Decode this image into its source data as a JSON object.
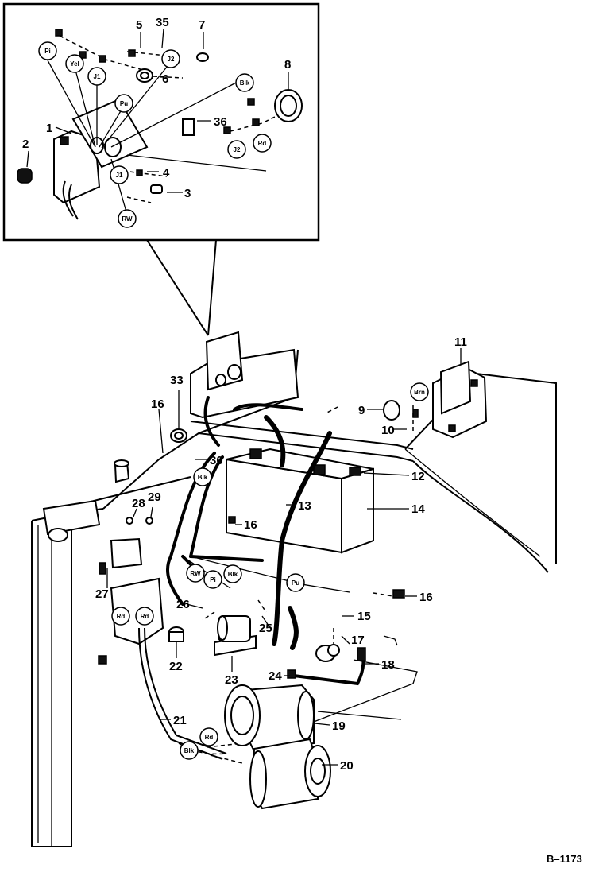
{
  "figure_id": "B–1173",
  "callouts": {
    "n1": "1",
    "n2": "2",
    "n3": "3",
    "n4": "4",
    "n5": "5",
    "n6": "6",
    "n7": "7",
    "n8": "8",
    "n9": "9",
    "n10": "10",
    "n11": "11",
    "n12": "12",
    "n13": "13",
    "n14": "14",
    "n15": "15",
    "n16a": "16",
    "n16b": "16",
    "n16c": "16",
    "n17": "17",
    "n18": "18",
    "n19": "19",
    "n20": "20",
    "n21": "21",
    "n22": "22",
    "n23": "23",
    "n24": "24",
    "n25": "25",
    "n26": "26",
    "n27": "27",
    "n28": "28",
    "n29": "29",
    "n30": "30",
    "n33": "33",
    "n35": "35",
    "n36": "36"
  },
  "wire_tags": {
    "pi_top": "Pi",
    "yel": "Yel",
    "j1_top": "J1",
    "j2_top": "J2",
    "pu_top": "Pu",
    "blk_top": "Blk",
    "j2_mid": "J2",
    "rd_top": "Rd",
    "j1_low": "J1",
    "rw_top": "RW",
    "brn": "Brn",
    "blk_tank": "Blk",
    "rw_main": "RW",
    "pi_main": "Pi",
    "blk_main": "Blk",
    "pu_main": "Pu",
    "rd_relay_a": "Rd",
    "rd_relay_b": "Rd",
    "rd_low": "Rd",
    "blk_low": "Blk"
  }
}
